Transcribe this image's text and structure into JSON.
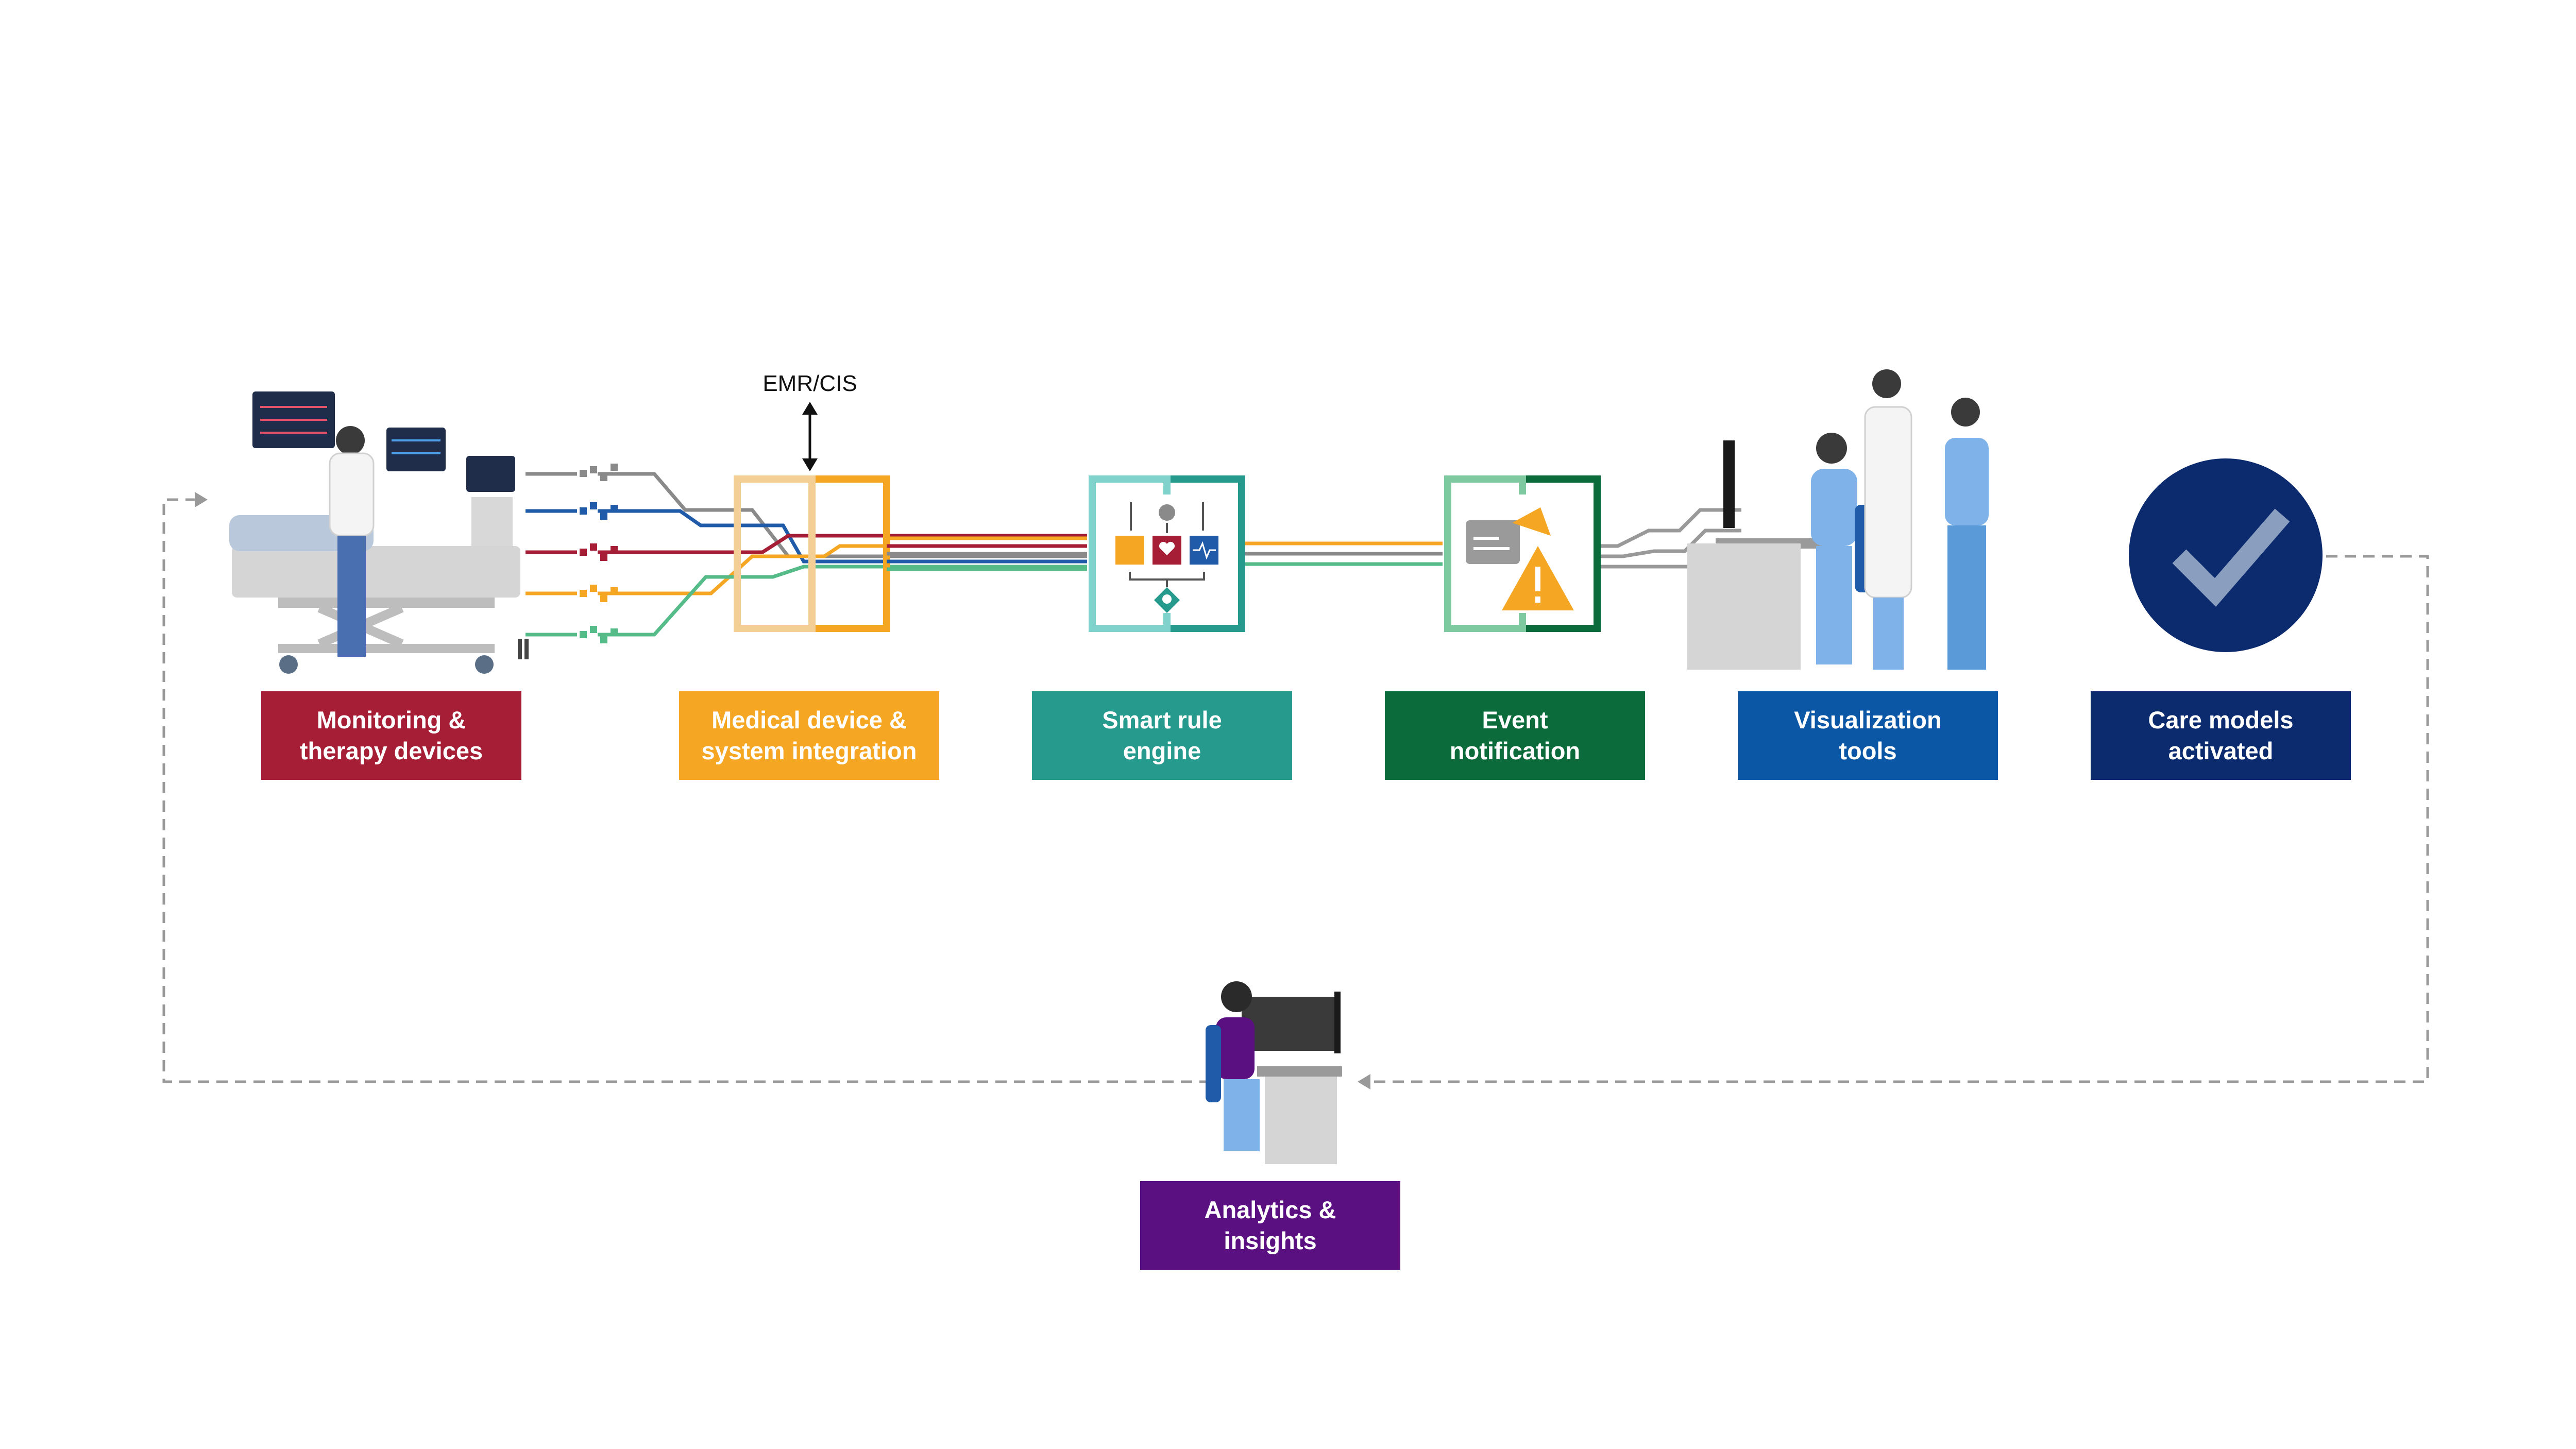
{
  "emr_label": "EMR/CIS",
  "stages": [
    {
      "id": "monitoring",
      "line1": "Monitoring &",
      "line2": "therapy devices",
      "color": "#a51e36"
    },
    {
      "id": "integration",
      "line1": "Medical device &",
      "line2": "system integration",
      "color": "#f5a623"
    },
    {
      "id": "rule-engine",
      "line1": "Smart rule",
      "line2": "engine",
      "color": "#259a8d"
    },
    {
      "id": "notification",
      "line1": "Event",
      "line2": "notification",
      "color": "#0b6b3b"
    },
    {
      "id": "visualization",
      "line1": "Visualization",
      "line2": "tools",
      "color": "#0b57a6"
    },
    {
      "id": "care-models",
      "line1": "Care models",
      "line2": "activated",
      "color": "#0c2a6e"
    },
    {
      "id": "analytics",
      "line1": "Analytics &",
      "line2": "insights",
      "color": "#5a1080"
    }
  ],
  "colors": {
    "gray": "#8a8a8a",
    "blue": "#1f5ba8",
    "red": "#a51e36",
    "orange": "#f5a623",
    "green": "#55bb88",
    "navy": "#0c2a6e",
    "dashed": "#999999"
  },
  "icons": {
    "patient": "hospital-bed-illustration",
    "staff": "clinicians-illustration",
    "check": "checkmark-icon",
    "analyst": "analyst-illustration"
  }
}
